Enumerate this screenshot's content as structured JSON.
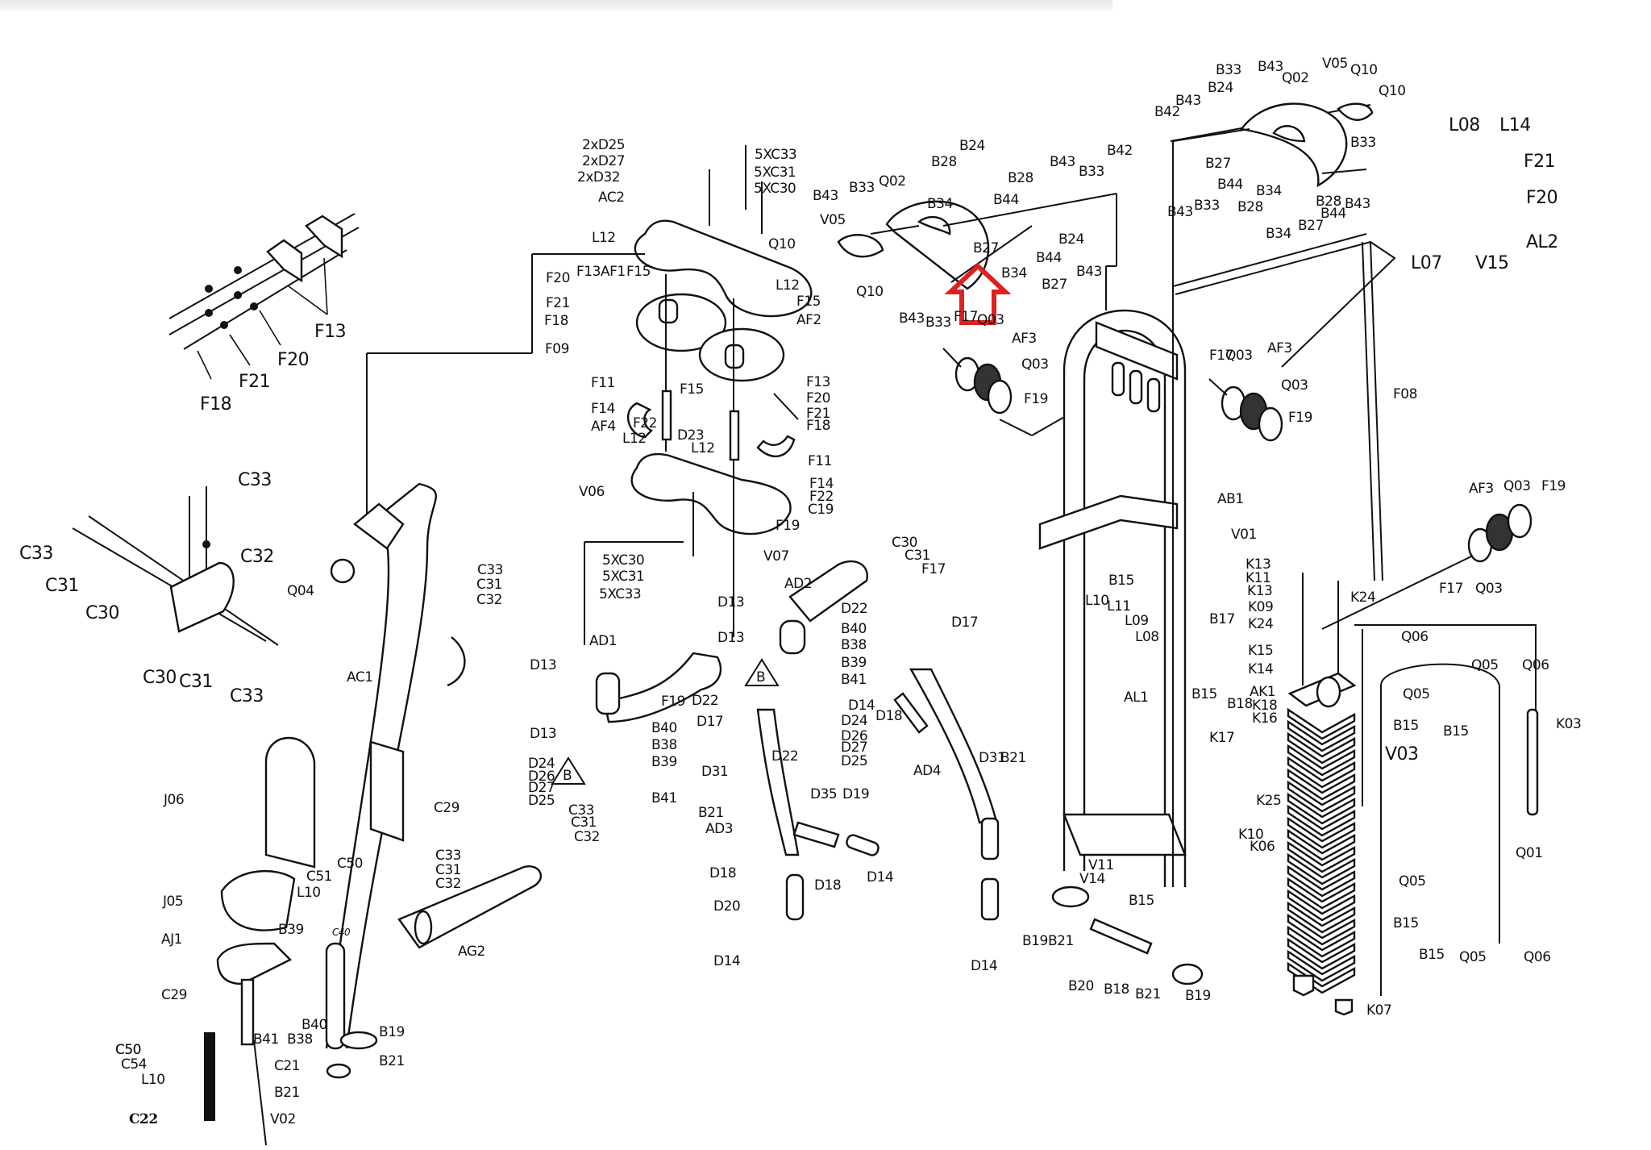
{
  "diagram": {
    "title": "Home gym exploded parts diagram",
    "highlight": {
      "part": "B27",
      "indicator": "red-arrow-up",
      "color": "#e02020"
    },
    "labels": [
      {
        "id": "F13-a",
        "text": "F13"
      },
      {
        "id": "F20-a",
        "text": "F20"
      },
      {
        "id": "F21-a",
        "text": "F21"
      },
      {
        "id": "F18-a",
        "text": "F18"
      },
      {
        "id": "D25-2x",
        "text": "2xD25"
      },
      {
        "id": "D27-2x",
        "text": "2xD27"
      },
      {
        "id": "D32-2x",
        "text": "2xD32"
      },
      {
        "id": "AC2",
        "text": "AC2"
      },
      {
        "id": "C33-5x-a",
        "text": "5XC33"
      },
      {
        "id": "C31-5x-a",
        "text": "5XC31"
      },
      {
        "id": "C30-5x-a",
        "text": "5XC30"
      },
      {
        "id": "L12-a",
        "text": "L12"
      },
      {
        "id": "F13-b",
        "text": "F13"
      },
      {
        "id": "AF1",
        "text": "AF1"
      },
      {
        "id": "F15-a",
        "text": "F15"
      },
      {
        "id": "F20-b",
        "text": "F20"
      },
      {
        "id": "F21-b",
        "text": "F21"
      },
      {
        "id": "F18-b",
        "text": "F18"
      },
      {
        "id": "F09",
        "text": "F09"
      },
      {
        "id": "L12-b",
        "text": "L12"
      },
      {
        "id": "F15-b",
        "text": "F15"
      },
      {
        "id": "AF2",
        "text": "AF2"
      },
      {
        "id": "F11-a",
        "text": "F11"
      },
      {
        "id": "F14-a",
        "text": "F14"
      },
      {
        "id": "AF4",
        "text": "AF4"
      },
      {
        "id": "F22-a",
        "text": "F22"
      },
      {
        "id": "L12-c",
        "text": "L12"
      },
      {
        "id": "D23",
        "text": "D23"
      },
      {
        "id": "F15-c",
        "text": "F15"
      },
      {
        "id": "L12-d",
        "text": "L12"
      },
      {
        "id": "F13-c",
        "text": "F13"
      },
      {
        "id": "F20-c",
        "text": "F20"
      },
      {
        "id": "F21-c",
        "text": "F21"
      },
      {
        "id": "F18-c",
        "text": "F18"
      },
      {
        "id": "F11-b",
        "text": "F11"
      },
      {
        "id": "F14-b",
        "text": "F14"
      },
      {
        "id": "F22-b",
        "text": "F22"
      },
      {
        "id": "C19",
        "text": "C19"
      },
      {
        "id": "V06",
        "text": "V06"
      },
      {
        "id": "C30-5x-b",
        "text": "5XC30"
      },
      {
        "id": "C31-5x-b",
        "text": "5XC31"
      },
      {
        "id": "C33-5x-b",
        "text": "5XC33"
      },
      {
        "id": "V07",
        "text": "V07"
      },
      {
        "id": "F19-a",
        "text": "F19"
      },
      {
        "id": "V05-a",
        "text": "V05"
      },
      {
        "id": "Q10-a",
        "text": "Q10"
      },
      {
        "id": "Q10-b",
        "text": "Q10"
      },
      {
        "id": "B43-a",
        "text": "B43"
      },
      {
        "id": "B33-a",
        "text": "B33"
      },
      {
        "id": "Q02-a",
        "text": "Q02"
      },
      {
        "id": "B34-a",
        "text": "B34"
      },
      {
        "id": "B28-a",
        "text": "B28"
      },
      {
        "id": "B24-a",
        "text": "B24"
      },
      {
        "id": "B44-a",
        "text": "B44"
      },
      {
        "id": "B27-a",
        "text": "B27"
      },
      {
        "id": "B28-b",
        "text": "B28"
      },
      {
        "id": "B43-b",
        "text": "B43"
      },
      {
        "id": "B33-b",
        "text": "B33"
      },
      {
        "id": "B42-a",
        "text": "B42"
      },
      {
        "id": "B24-b",
        "text": "B24"
      },
      {
        "id": "B44-b",
        "text": "B44"
      },
      {
        "id": "B34-b",
        "text": "B34"
      },
      {
        "id": "B27-b",
        "text": "B27"
      },
      {
        "id": "B43-c",
        "text": "B43"
      },
      {
        "id": "B43-d",
        "text": "B43"
      },
      {
        "id": "B33-c",
        "text": "B33"
      },
      {
        "id": "F17-a",
        "text": "F17"
      },
      {
        "id": "Q03-a",
        "text": "Q03"
      },
      {
        "id": "AF3-a",
        "text": "AF3"
      },
      {
        "id": "Q03-b",
        "text": "Q03"
      },
      {
        "id": "F19-b",
        "text": "F19"
      },
      {
        "id": "B33-d",
        "text": "B33"
      },
      {
        "id": "B43-e",
        "text": "B43"
      },
      {
        "id": "Q02-b",
        "text": "Q02"
      },
      {
        "id": "V05-b",
        "text": "V05"
      },
      {
        "id": "Q10-c",
        "text": "Q10"
      },
      {
        "id": "Q10-d",
        "text": "Q10"
      },
      {
        "id": "B42-b",
        "text": "B42"
      },
      {
        "id": "B43-f",
        "text": "B43"
      },
      {
        "id": "B24-c",
        "text": "B24"
      },
      {
        "id": "B27-c",
        "text": "B27"
      },
      {
        "id": "B44-c",
        "text": "B44"
      },
      {
        "id": "B28-c",
        "text": "B28"
      },
      {
        "id": "B34-c",
        "text": "B34"
      },
      {
        "id": "B43-g",
        "text": "B43"
      },
      {
        "id": "B33-e",
        "text": "B33"
      },
      {
        "id": "B33-f",
        "text": "B33"
      },
      {
        "id": "B28-d",
        "text": "B28"
      },
      {
        "id": "B44-d",
        "text": "B44"
      },
      {
        "id": "B27-d",
        "text": "B27"
      },
      {
        "id": "B34-d",
        "text": "B34"
      },
      {
        "id": "B43-h",
        "text": "B43"
      },
      {
        "id": "L08",
        "text": "L08"
      },
      {
        "id": "L14",
        "text": "L14"
      },
      {
        "id": "F21-d",
        "text": "F21"
      },
      {
        "id": "F20-d",
        "text": "F20"
      },
      {
        "id": "AL2",
        "text": "AL2"
      },
      {
        "id": "V15",
        "text": "V15"
      },
      {
        "id": "L07",
        "text": "L07"
      },
      {
        "id": "F17-b",
        "text": "F17"
      },
      {
        "id": "Q03-c",
        "text": "Q03"
      },
      {
        "id": "AF3-b",
        "text": "AF3"
      },
      {
        "id": "Q03-d",
        "text": "Q03"
      },
      {
        "id": "F19-c",
        "text": "F19"
      },
      {
        "id": "F08",
        "text": "F08"
      },
      {
        "id": "AF3-c",
        "text": "AF3"
      },
      {
        "id": "Q03-e",
        "text": "Q03"
      },
      {
        "id": "F19-d",
        "text": "F19"
      },
      {
        "id": "F17-c",
        "text": "F17"
      },
      {
        "id": "Q03-f",
        "text": "Q03"
      },
      {
        "id": "AB1",
        "text": "AB1"
      },
      {
        "id": "V01",
        "text": "V01"
      },
      {
        "id": "B15-a",
        "text": "B15"
      },
      {
        "id": "L10-a",
        "text": "L10"
      },
      {
        "id": "L11",
        "text": "L11"
      },
      {
        "id": "L09",
        "text": "L09"
      },
      {
        "id": "L08-b",
        "text": "L08"
      },
      {
        "id": "AL1",
        "text": "AL1"
      },
      {
        "id": "B17",
        "text": "B17"
      },
      {
        "id": "B15-b",
        "text": "B15"
      },
      {
        "id": "B18-a",
        "text": "B18"
      },
      {
        "id": "K13-a",
        "text": "K13"
      },
      {
        "id": "K11",
        "text": "K11"
      },
      {
        "id": "K13-b",
        "text": "K13"
      },
      {
        "id": "K09",
        "text": "K09"
      },
      {
        "id": "K24-a",
        "text": "K24"
      },
      {
        "id": "K24-b",
        "text": "K24"
      },
      {
        "id": "K15",
        "text": "K15"
      },
      {
        "id": "K14",
        "text": "K14"
      },
      {
        "id": "AK1",
        "text": "AK1"
      },
      {
        "id": "K18",
        "text": "K18"
      },
      {
        "id": "K16",
        "text": "K16"
      },
      {
        "id": "K17",
        "text": "K17"
      },
      {
        "id": "V03",
        "text": "V03"
      },
      {
        "id": "K25",
        "text": "K25"
      },
      {
        "id": "K10",
        "text": "K10"
      },
      {
        "id": "K06",
        "text": "K06"
      },
      {
        "id": "K07",
        "text": "K07"
      },
      {
        "id": "Q06-a",
        "text": "Q06"
      },
      {
        "id": "Q05-a",
        "text": "Q05"
      },
      {
        "id": "Q06-b",
        "text": "Q06"
      },
      {
        "id": "Q05-b",
        "text": "Q05"
      },
      {
        "id": "B15-c",
        "text": "B15"
      },
      {
        "id": "B15-d",
        "text": "B15"
      },
      {
        "id": "K03",
        "text": "K03"
      },
      {
        "id": "Q01",
        "text": "Q01"
      },
      {
        "id": "Q05-c",
        "text": "Q05"
      },
      {
        "id": "B15-e",
        "text": "B15"
      },
      {
        "id": "B15-f",
        "text": "B15"
      },
      {
        "id": "Q05-d",
        "text": "Q05"
      },
      {
        "id": "Q06-c",
        "text": "Q06"
      },
      {
        "id": "C33-a",
        "text": "C33"
      },
      {
        "id": "C33-b",
        "text": "C33"
      },
      {
        "id": "C32-a",
        "text": "C32"
      },
      {
        "id": "C31-a",
        "text": "C31"
      },
      {
        "id": "C30-a",
        "text": "C30"
      },
      {
        "id": "C30-b",
        "text": "C30"
      },
      {
        "id": "C31-b",
        "text": "C31"
      },
      {
        "id": "C33-c",
        "text": "C33"
      },
      {
        "id": "Q04",
        "text": "Q04"
      },
      {
        "id": "AC1",
        "text": "AC1"
      },
      {
        "id": "C33-d",
        "text": "C33"
      },
      {
        "id": "C31-c",
        "text": "C31"
      },
      {
        "id": "C32-b",
        "text": "C32"
      },
      {
        "id": "C29-a",
        "text": "C29"
      },
      {
        "id": "J06",
        "text": "J06"
      },
      {
        "id": "D13-a",
        "text": "D13"
      },
      {
        "id": "AD1",
        "text": "AD1"
      },
      {
        "id": "D13-b",
        "text": "D13"
      },
      {
        "id": "D24-a",
        "text": "D24"
      },
      {
        "id": "D26-a",
        "text": "D26"
      },
      {
        "id": "D27-a",
        "text": "D27"
      },
      {
        "id": "D25-a",
        "text": "D25"
      },
      {
        "id": "B40-a",
        "text": "B40"
      },
      {
        "id": "B38-a",
        "text": "B38"
      },
      {
        "id": "B39-a",
        "text": "B39"
      },
      {
        "id": "B41-a",
        "text": "B41"
      },
      {
        "id": "F19-e",
        "text": "F19"
      },
      {
        "id": "C33-e",
        "text": "C33"
      },
      {
        "id": "C31-d",
        "text": "C31"
      },
      {
        "id": "C32-c",
        "text": "C32"
      },
      {
        "id": "AD2",
        "text": "AD2"
      },
      {
        "id": "D13-c",
        "text": "D13"
      },
      {
        "id": "D13-d",
        "text": "D13"
      },
      {
        "id": "D22-a",
        "text": "D22"
      },
      {
        "id": "B40-b",
        "text": "B40"
      },
      {
        "id": "B38-b",
        "text": "B38"
      },
      {
        "id": "B39-b",
        "text": "B39"
      },
      {
        "id": "B41-b",
        "text": "B41"
      },
      {
        "id": "D22-b",
        "text": "D22"
      },
      {
        "id": "D17-a",
        "text": "D17"
      },
      {
        "id": "D14-a",
        "text": "D14"
      },
      {
        "id": "D24-b",
        "text": "D24"
      },
      {
        "id": "D26-b",
        "text": "D26"
      },
      {
        "id": "D27-b",
        "text": "D27"
      },
      {
        "id": "D25-b",
        "text": "D25"
      },
      {
        "id": "D22-c",
        "text": "D22"
      },
      {
        "id": "D31-a",
        "text": "D31"
      },
      {
        "id": "B21-a",
        "text": "B21"
      },
      {
        "id": "AD3",
        "text": "AD3"
      },
      {
        "id": "D35",
        "text": "D35"
      },
      {
        "id": "D19",
        "text": "D19"
      },
      {
        "id": "D18-a",
        "text": "D18"
      },
      {
        "id": "D18-b",
        "text": "D18"
      },
      {
        "id": "D14-b",
        "text": "D14"
      },
      {
        "id": "D20",
        "text": "D20"
      },
      {
        "id": "D14-c",
        "text": "D14"
      },
      {
        "id": "C30-c",
        "text": "C30"
      },
      {
        "id": "C31-e",
        "text": "C31"
      },
      {
        "id": "F17-d",
        "text": "F17"
      },
      {
        "id": "D17-b",
        "text": "D17"
      },
      {
        "id": "D18-c",
        "text": "D18"
      },
      {
        "id": "AD4",
        "text": "AD4"
      },
      {
        "id": "D31-b",
        "text": "D31"
      },
      {
        "id": "B21-b",
        "text": "B21"
      },
      {
        "id": "D14-d",
        "text": "D14"
      },
      {
        "id": "V11",
        "text": "V11"
      },
      {
        "id": "V14",
        "text": "V14"
      },
      {
        "id": "B19-a",
        "text": "B19"
      },
      {
        "id": "B21-c",
        "text": "B21"
      },
      {
        "id": "B15-g",
        "text": "B15"
      },
      {
        "id": "B20",
        "text": "B20"
      },
      {
        "id": "B18-b",
        "text": "B18"
      },
      {
        "id": "B21-d",
        "text": "B21"
      },
      {
        "id": "B19-b",
        "text": "B19"
      },
      {
        "id": "J05",
        "text": "J05"
      },
      {
        "id": "AJ1",
        "text": "AJ1"
      },
      {
        "id": "C29-b",
        "text": "C29"
      },
      {
        "id": "C50-a",
        "text": "C50"
      },
      {
        "id": "L10-b",
        "text": "L10"
      },
      {
        "id": "C51",
        "text": "C51"
      },
      {
        "id": "C50-b",
        "text": "C50"
      },
      {
        "id": "C40",
        "text": "C40"
      },
      {
        "id": "B39-c",
        "text": "B39"
      },
      {
        "id": "B41-c",
        "text": "B41"
      },
      {
        "id": "B38-c",
        "text": "B38"
      },
      {
        "id": "B40-c",
        "text": "B40"
      },
      {
        "id": "C33-f",
        "text": "C33"
      },
      {
        "id": "C31-f",
        "text": "C31"
      },
      {
        "id": "C32-d",
        "text": "C32"
      },
      {
        "id": "AG2",
        "text": "AG2"
      },
      {
        "id": "B19-c",
        "text": "B19"
      },
      {
        "id": "B21-e",
        "text": "B21"
      },
      {
        "id": "C21",
        "text": "C21"
      },
      {
        "id": "B21-f",
        "text": "B21"
      },
      {
        "id": "C50-c",
        "text": "C50"
      },
      {
        "id": "C54",
        "text": "C54"
      },
      {
        "id": "L10-c",
        "text": "L10"
      },
      {
        "id": "C22",
        "text": "C22"
      },
      {
        "id": "V02",
        "text": "V02"
      }
    ],
    "warning_marks": [
      {
        "id": "warn-a",
        "text": "B"
      },
      {
        "id": "warn-b",
        "text": "B"
      }
    ]
  }
}
